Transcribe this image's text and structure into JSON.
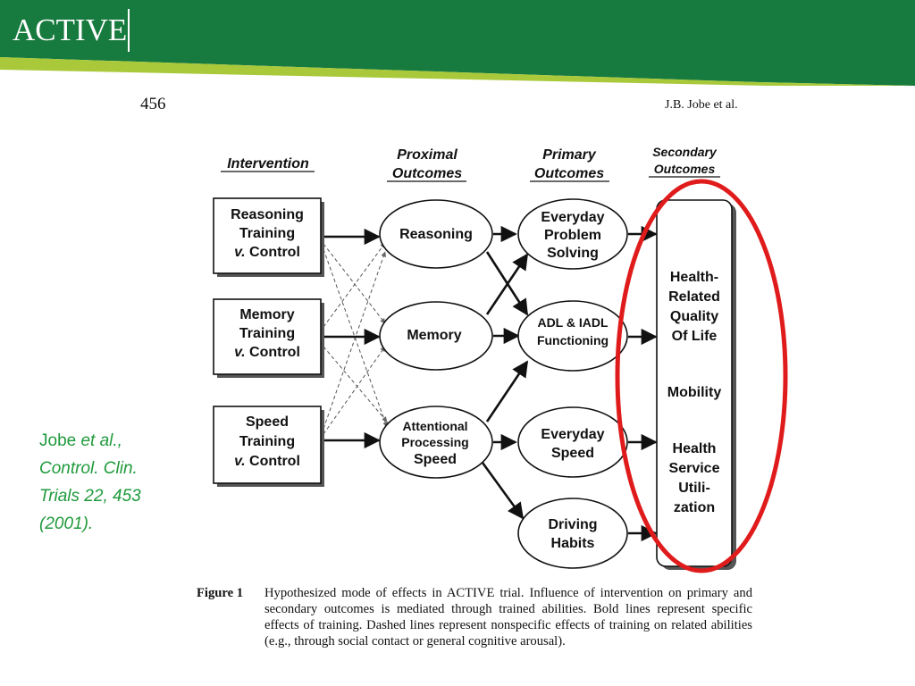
{
  "header": {
    "logo_text": "ACTIVE",
    "colors": {
      "dark_green": "#177a3e",
      "light_green": "#a9c93a",
      "accent": "#1f9a3c"
    }
  },
  "page": {
    "page_number": "456",
    "running_head": "J.B. Jobe et al."
  },
  "citation": {
    "line1_a": "Jobe ",
    "line1_b": "et al.,",
    "line2": "Control. Clin.",
    "line3": "Trials 22, 453",
    "line4": "(2001)."
  },
  "diagram": {
    "columns": {
      "intervention": "Intervention",
      "proximal": [
        "Proximal",
        "Outcomes"
      ],
      "primary": [
        "Primary",
        "Outcomes"
      ],
      "secondary": [
        "Secondary",
        "Outcomes"
      ]
    },
    "interventions": [
      {
        "lines": [
          "Reasoning",
          "Training"
        ],
        "italic": "v.",
        "rest": " Control"
      },
      {
        "lines": [
          "Memory",
          "Training"
        ],
        "italic": "v.",
        "rest": " Control"
      },
      {
        "lines": [
          "Speed",
          "Training"
        ],
        "italic": "v.",
        "rest": " Control"
      }
    ],
    "proximal": [
      {
        "lines": [
          "Reasoning"
        ]
      },
      {
        "lines": [
          "Memory"
        ]
      },
      {
        "lines": [
          "Attentional",
          "Processing",
          "Speed"
        ]
      }
    ],
    "primary": [
      {
        "lines": [
          "Everyday",
          "Problem",
          "Solving"
        ]
      },
      {
        "lines": [
          "ADL & IADL",
          "Functioning"
        ]
      },
      {
        "lines": [
          "Everyday",
          "Speed"
        ]
      },
      {
        "lines": [
          "Driving",
          "Habits"
        ]
      }
    ],
    "secondary": [
      {
        "lines": [
          "Health-",
          "Related",
          "Quality",
          "Of Life"
        ]
      },
      {
        "lines": [
          "Mobility"
        ]
      },
      {
        "lines": [
          "Health",
          "Service",
          "Utili-",
          "zation"
        ]
      }
    ],
    "highlight_color": "#e01b1b"
  },
  "caption": {
    "label": "Figure 1",
    "text": "Hypothesized mode of effects in ACTIVE trial. Influence of intervention on primary and secondary outcomes is mediated through trained abilities. Bold lines represent specific effects of training. Dashed lines represent nonspecific effects of training on related abilities (e.g., through social contact or general cognitive arousal)."
  }
}
